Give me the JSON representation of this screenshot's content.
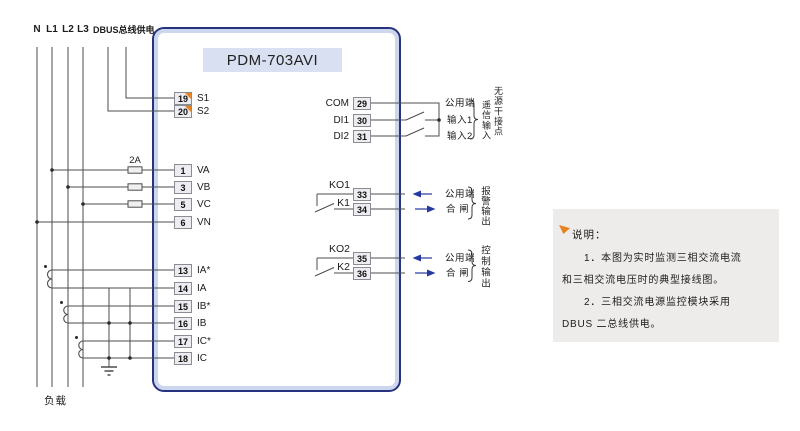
{
  "colors": {
    "device_border": "#28337f",
    "device_inner_band": "#ccd7ee",
    "title_bg": "#d9e0f1",
    "terminal_bg": "#ededf1",
    "accent_orange": "#e8821d",
    "wire": "#4d4d4d",
    "arrow_blue": "#2438a0",
    "note_bg": "#edecea"
  },
  "top_labels": {
    "n": "N",
    "l1": "L1",
    "l2": "L2",
    "l3": "L3",
    "dbus_supply": "DBUS总线供电"
  },
  "device_title": "PDM-703AVI",
  "fuse_rating": "2A",
  "load_label": "负载",
  "left_terminals": [
    {
      "num": "19",
      "label": "S1"
    },
    {
      "num": "20",
      "label": "S2"
    },
    {
      "num": "1",
      "label": "VA"
    },
    {
      "num": "3",
      "label": "VB"
    },
    {
      "num": "5",
      "label": "VC"
    },
    {
      "num": "6",
      "label": "VN"
    },
    {
      "num": "13",
      "label": "IA*"
    },
    {
      "num": "14",
      "label": "IA"
    },
    {
      "num": "15",
      "label": "IB*"
    },
    {
      "num": "16",
      "label": "IB"
    },
    {
      "num": "17",
      "label": "IC*"
    },
    {
      "num": "18",
      "label": "IC"
    }
  ],
  "right_terminals": [
    {
      "num": "29",
      "label": "COM"
    },
    {
      "num": "30",
      "label": "DI1"
    },
    {
      "num": "31",
      "label": "DI2"
    },
    {
      "num": "33",
      "label": ""
    },
    {
      "num": "34",
      "label": ""
    },
    {
      "num": "35",
      "label": ""
    },
    {
      "num": "36",
      "label": ""
    }
  ],
  "relay_labels": {
    "ko1": "KO1",
    "k1": "K1",
    "ko2": "KO2",
    "k2": "K2"
  },
  "di_section": {
    "common": "公用端",
    "input1": "输入1",
    "input2": "输入2",
    "group_inner": "遥信输入",
    "group_outer": "无源干接点"
  },
  "alarm_section": {
    "common": "公用端",
    "close": "合 闸",
    "group": "报警输出"
  },
  "control_section": {
    "common": "公用端",
    "close": "合 闸",
    "group": "控制输出"
  },
  "note": {
    "title": "说明：",
    "lines": [
      "1．本图为实时监测三相交流电流",
      "和三相交流电压时的典型接线图。",
      "2．三相交流电源监控模块采用",
      "DBUS 二总线供电。"
    ]
  }
}
